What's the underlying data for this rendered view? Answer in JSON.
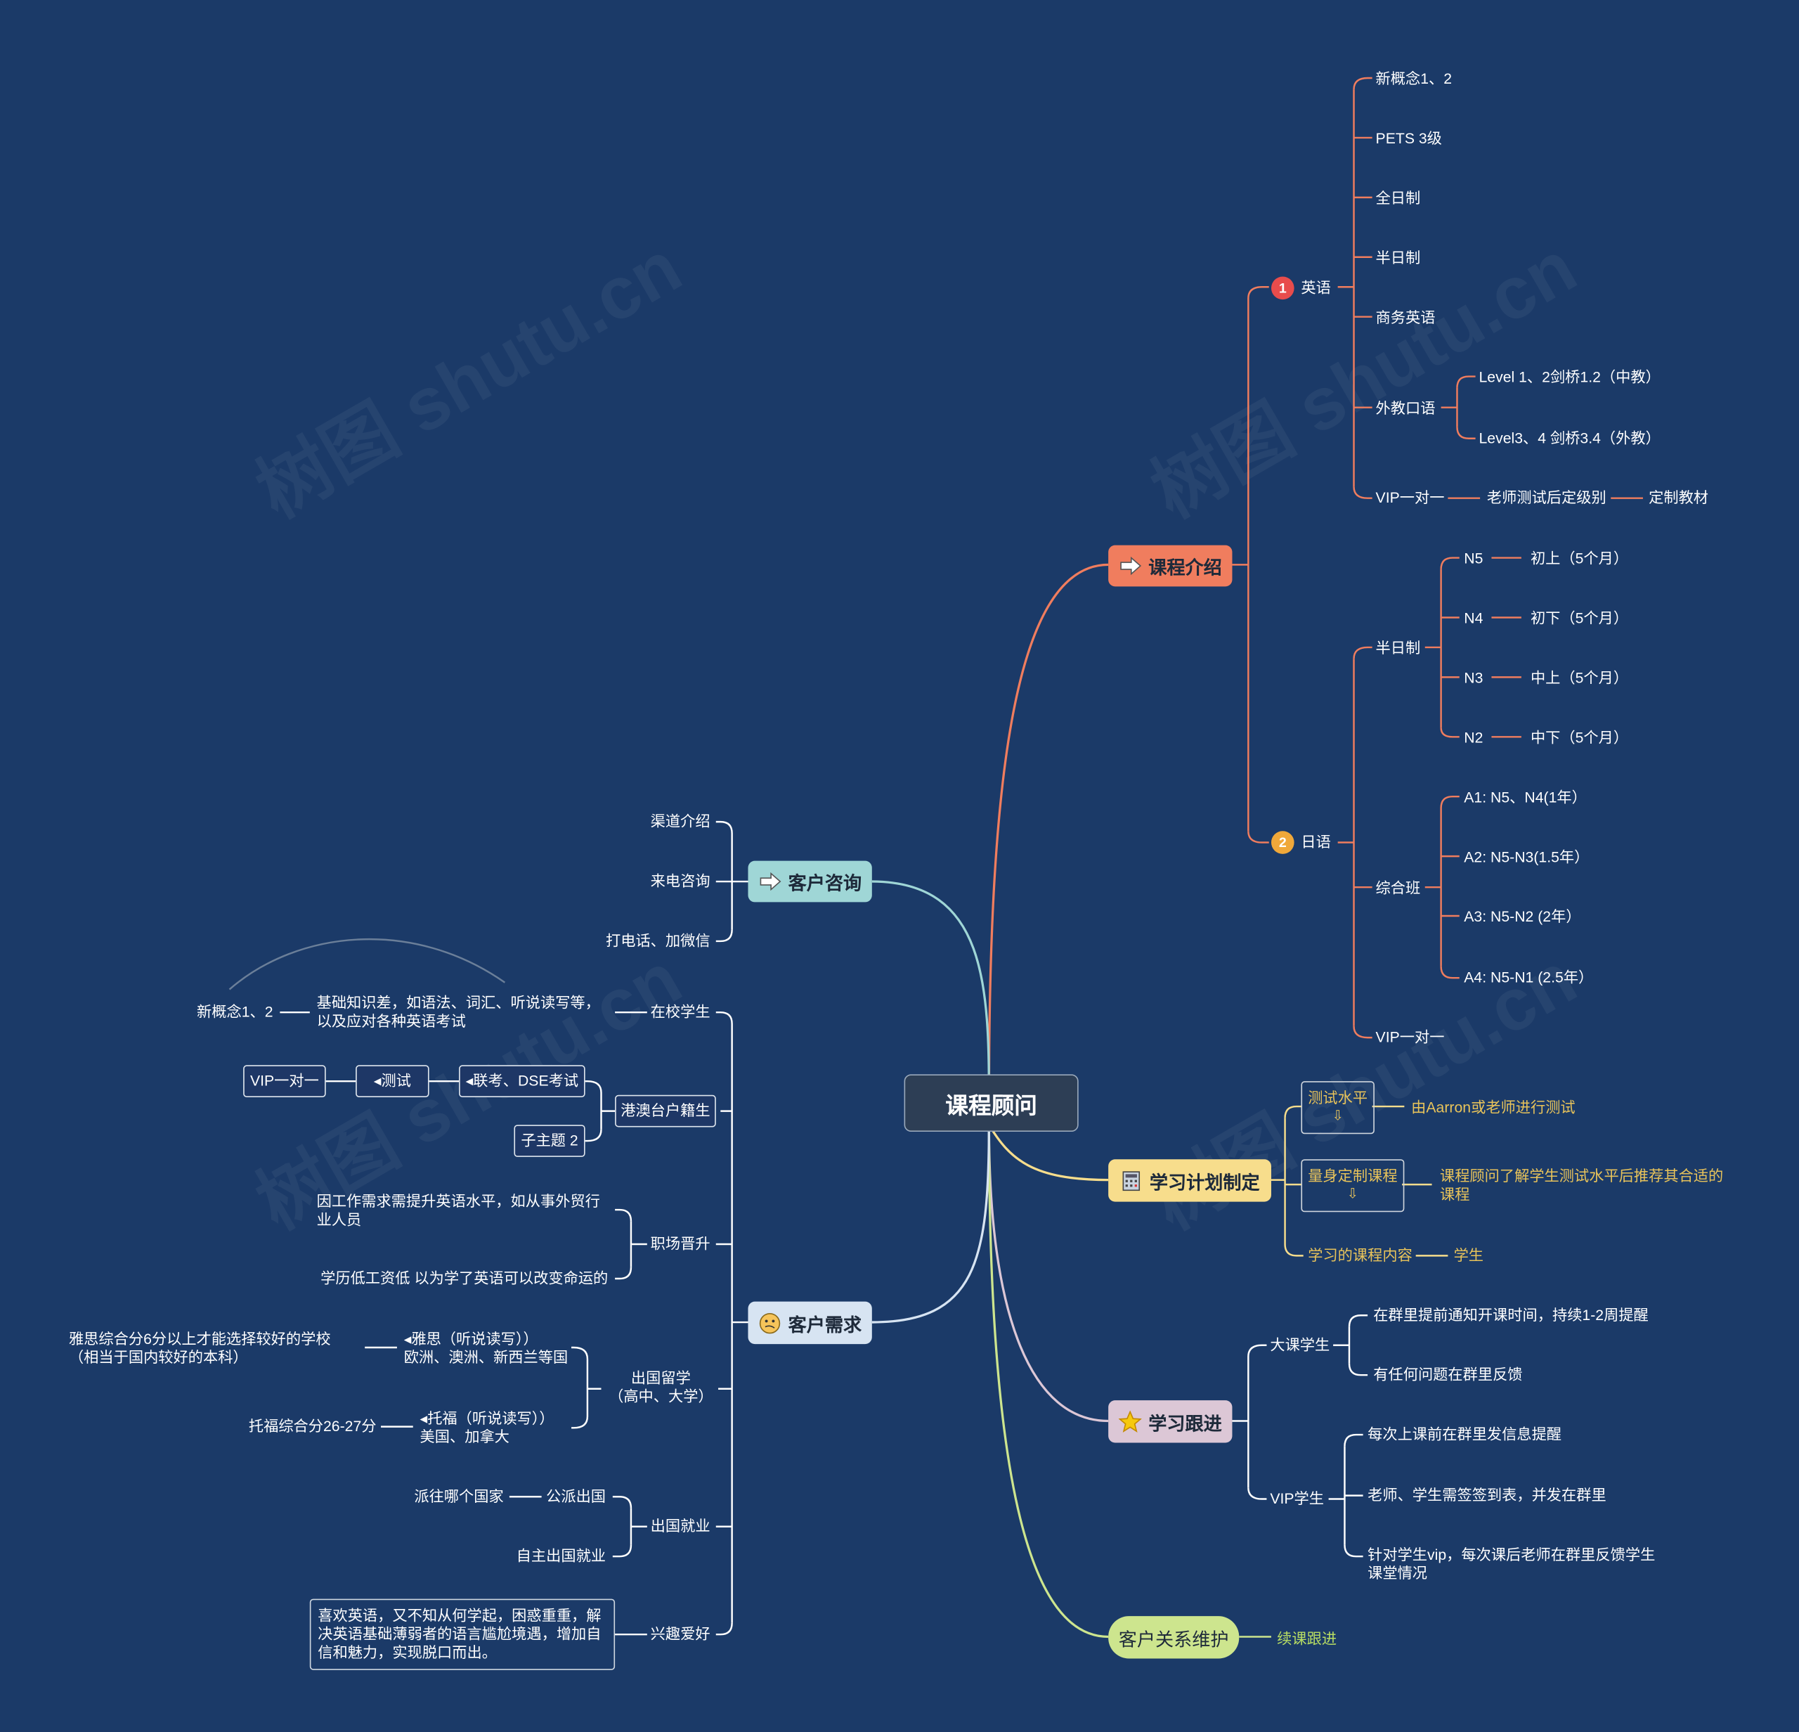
{
  "root": {
    "label": "课程顾问"
  },
  "colors": {
    "background": "#1b3a68",
    "course": "#f07d5e",
    "consult": "#9fd6d6",
    "plan": "#f7dd8c",
    "track": "#dcc7d6",
    "relation": "#cde58e",
    "needs": "#d7e4f2"
  },
  "course": {
    "label": "课程介绍",
    "english": {
      "badge": "1",
      "label": "英语",
      "items": [
        "新概念1、2",
        "PETS 3级",
        "全日制",
        "半日制",
        "商务英语"
      ],
      "oral": {
        "label": "外教口语",
        "items": [
          "Level 1、2剑桥1.2（中教）",
          "Level3、4 剑桥3.4（外教）"
        ]
      },
      "vip": {
        "label": "VIP一对一",
        "step": "老师测试后定级别",
        "result": "定制教材"
      }
    },
    "japanese": {
      "badge": "2",
      "label": "日语",
      "half": {
        "label": "半日制",
        "levels": [
          "N5",
          "N4",
          "N3",
          "N2"
        ],
        "details": [
          "初上（5个月）",
          "初下（5个月）",
          "中上（5个月）",
          "中下（5个月）"
        ]
      },
      "combo": {
        "label": "综合班",
        "items": [
          "A1: N5、N4(1年）",
          "A2: N5-N3(1.5年）",
          "A3: N5-N2 (2年）",
          "A4: N5-N1 (2.5年）"
        ]
      },
      "vip": "VIP一对一"
    }
  },
  "consult": {
    "label": "客户咨询",
    "items": [
      "渠道介绍",
      "来电咨询",
      "打电话、加微信"
    ]
  },
  "plan": {
    "label": "学习计划制定",
    "test": {
      "label": "测试水平",
      "arrow": "⇩",
      "desc": "由Aarron或老师进行测试"
    },
    "custom": {
      "label": "量身定制课程",
      "arrow": "⇩",
      "desc": "课程顾问了解学生测试水平后推荐其合适的课程"
    },
    "content": {
      "label": "学习的课程内容",
      "desc": "学生"
    }
  },
  "track": {
    "label": "学习跟进",
    "big": {
      "label": "大课学生",
      "items": [
        "在群里提前通知开课时间，持续1-2周提醒",
        "有任何问题在群里反馈"
      ]
    },
    "vip": {
      "label": "VIP学生",
      "items": [
        "每次上课前在群里发信息提醒",
        "老师、学生需签签到表，并发在群里",
        "针对学生vip，每次课后老师在群里反馈学生课堂情况"
      ]
    }
  },
  "relation": {
    "label": "客户关系维护",
    "desc": "续课跟进"
  },
  "needs": {
    "label": "客户需求",
    "school": {
      "label": "在校学生",
      "desc": "基础知识差，如语法、词汇、听说读写等，以及应对各种英语考试",
      "course": "新概念1、2"
    },
    "hk": {
      "label": "港澳台户籍生",
      "exam": "◂联考、DSE考试",
      "test": "◂测试",
      "vip": "VIP一对一",
      "sub": "子主题 2"
    },
    "career": {
      "label": "职场晋升",
      "items": [
        "因工作需求需提升英语水平，如从事外贸行业人员",
        "学历低工资低 以为学了英语可以改变命运的"
      ]
    },
    "abroad": {
      "label": "出国留学",
      "label2": "（高中、大学）",
      "ielts": {
        "label": "◂雅思（听说读写））",
        "label2": "欧洲、澳洲、新西兰等国",
        "desc": "雅思综合分6分以上才能选择较好的学校",
        "desc2": "（相当于国内较好的本科）"
      },
      "toefl": {
        "label": "◂托福（听说读写））",
        "label2": "美国、加拿大",
        "desc": "托福综合分26-27分"
      }
    },
    "work": {
      "label": "出国就业",
      "public": "公派出国",
      "publicDesc": "派往哪个国家",
      "self": "自主出国就业"
    },
    "hobby": {
      "label": "兴趣爱好",
      "desc": "喜欢英语，又不知从何学起，困惑重重，解决英语基础薄弱者的语言尴尬境遇，增加自信和魅力，实现脱口而出。"
    }
  }
}
